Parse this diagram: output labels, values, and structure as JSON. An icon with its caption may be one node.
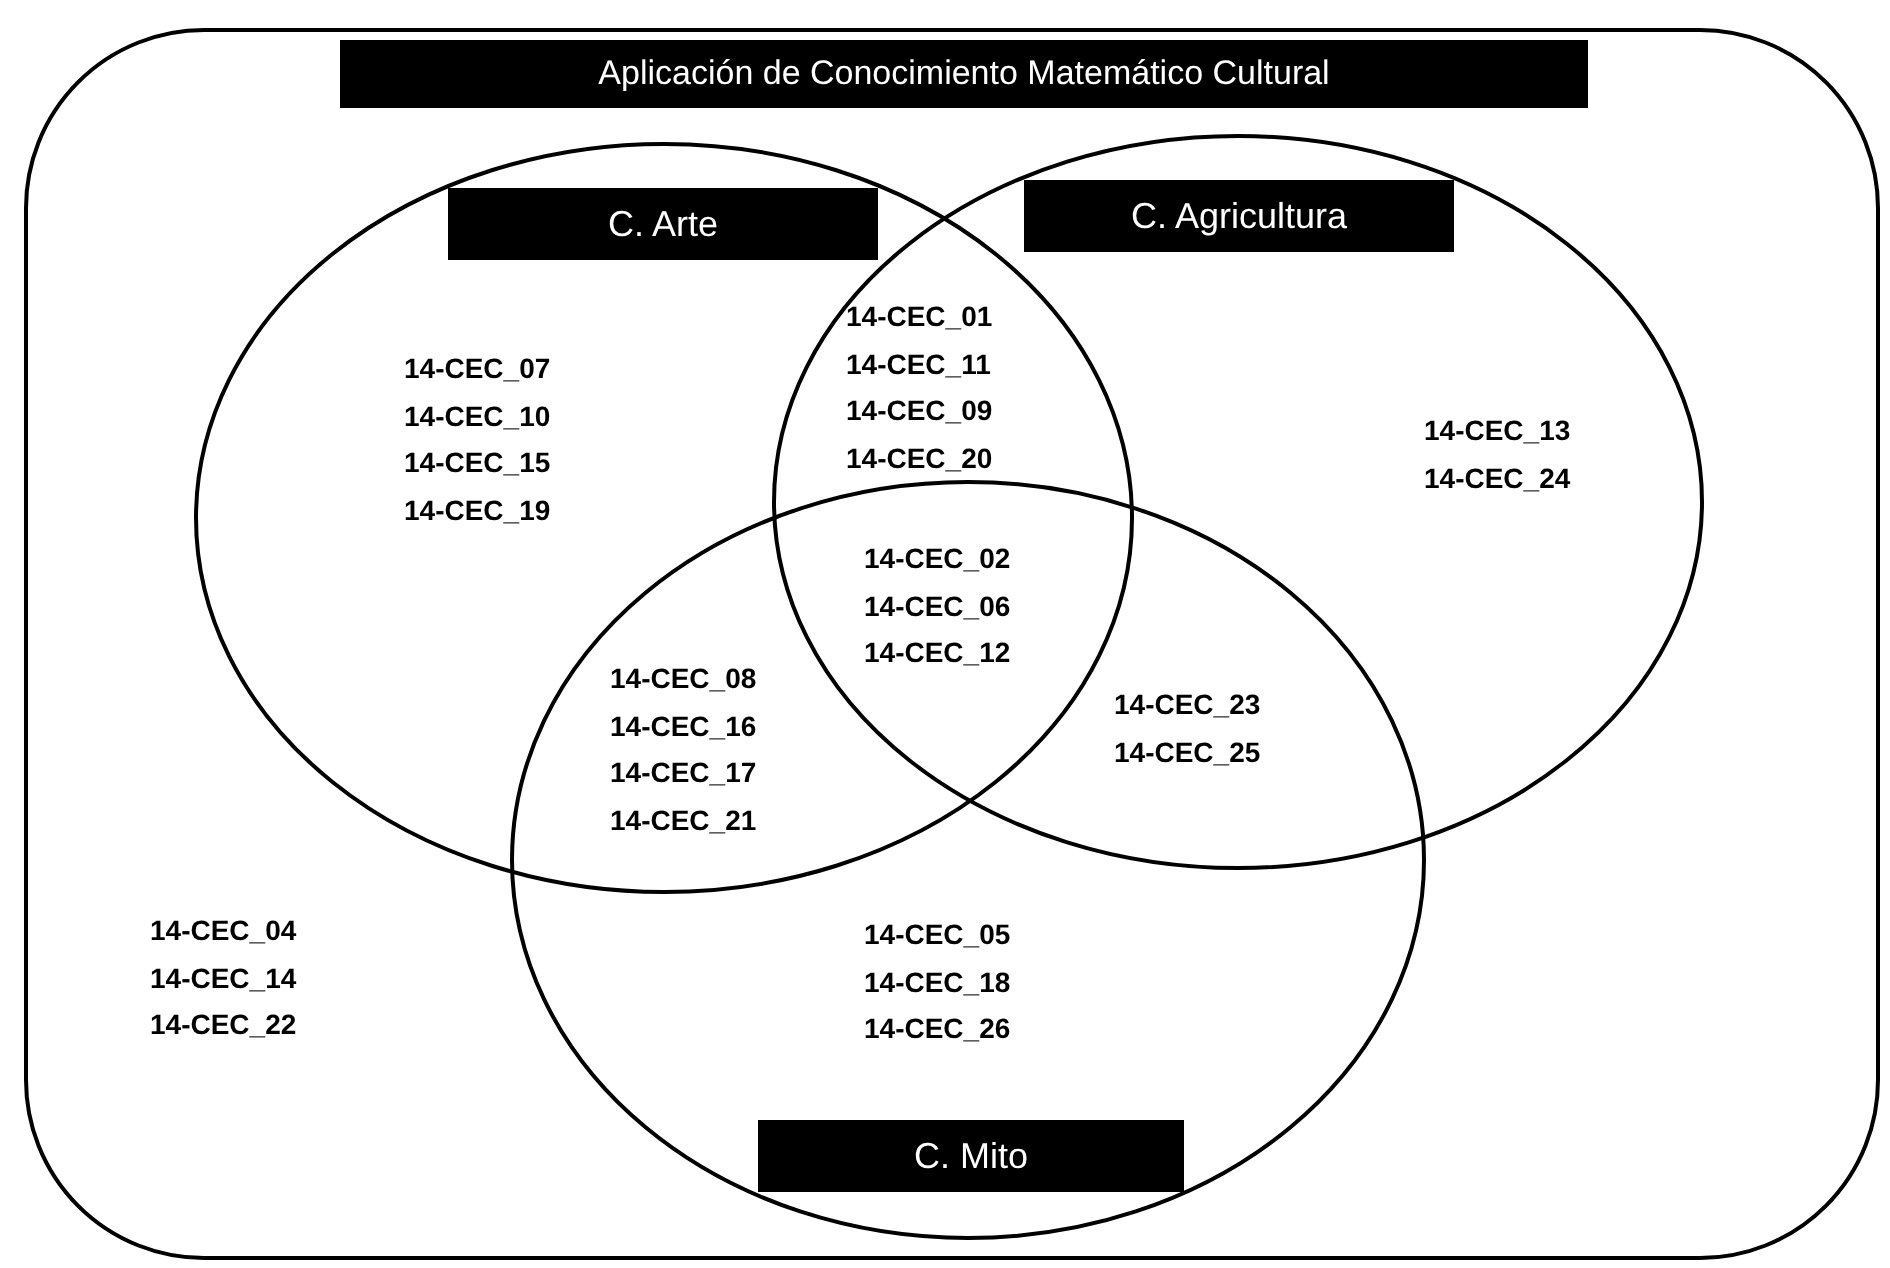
{
  "diagram": {
    "nodes": [
      {
        "text": [],
        "shape": "box"
      },
      {
        "text": [
          "Aplicación de Conocimiento Matemático Cultural"
        ],
        "in": 0
      },
      {
        "text": [
          "C. Arte"
        ],
        "in": 0
      },
      {
        "text": [
          "C. Agricultura"
        ],
        "in": 0
      },
      {
        "text": [
          "C. Mito"
        ],
        "in": 0
      }
    ],
    "labels": [
      "14-CEC_01",
      "14-CEC_11",
      "14-CEC_09",
      "14-CEC_20",
      "14-CEC_07",
      "14-CEC_10",
      "14-CEC_15",
      "14-CEC_19",
      "14-CEC_13",
      "14-CEC_24",
      "14-CEC_02",
      "14-CEC_06",
      "14-CEC_12",
      "14-CEC_08",
      "14-CEC_16",
      "14-CEC_17",
      "14-CEC_21",
      "14-CEC_23",
      "14-CEC_25",
      "14-CEC_04",
      "14-CEC_14",
      "14-CEC_22",
      "14-CEC_05",
      "14-CEC_18",
      "14-CEC_26"
    ]
  }
}
